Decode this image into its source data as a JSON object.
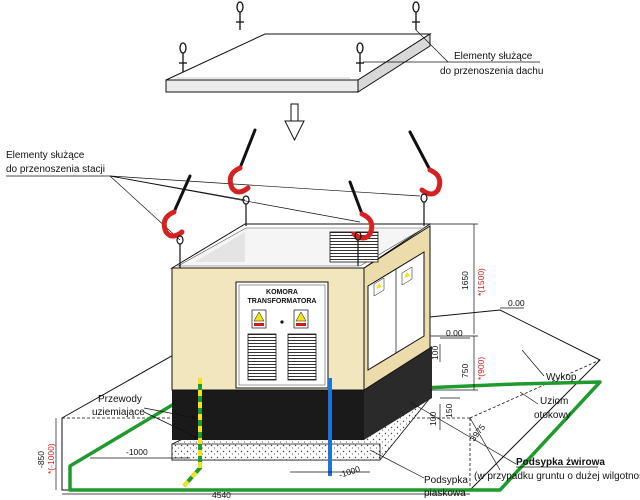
{
  "labels": {
    "roof_lifting_1": "Elementy służące",
    "roof_lifting_2": "do przenoszenia dachu",
    "station_lifting_1": "Elementy służące",
    "station_lifting_2": "do przenoszenia stacji",
    "chamber_1": "KOMORA",
    "chamber_2": "TRANSFORMATORA",
    "grounding_wires_1": "Przewody",
    "grounding_wires_2": "uziemiające",
    "excavation": "Wykop",
    "ring_earth_1": "Uziom",
    "ring_earth_2": "otokowy",
    "gravel_1": "Podsypka żwirowa",
    "gravel_2": "(w przypadku gruntu o dużej wilgotności)",
    "sand_1": "Podsypka",
    "sand_2": "piaskowa"
  },
  "dimensions": {
    "h1650": "1650",
    "h1650_alt": "*(1500)",
    "h750": "750",
    "h750_alt": "*(900)",
    "level_top": "0.00",
    "level_mid": "0.00",
    "d100a": "100",
    "d100b": "100",
    "d150": "150",
    "d850": "-850",
    "d850_alt": "*(-1000)",
    "d1000a": "-1000",
    "d1000b": "-1000",
    "w4540": "4540",
    "w3975": "3975"
  },
  "colors": {
    "housing": "#f2e6bf",
    "base": "#1a1a1a",
    "hook": "#d52121",
    "ring_earth": "#1e9b2c",
    "ground_wire_yellow": "#f2e21a",
    "ground_wire_green": "#1e9b2c",
    "blue_wire": "#1e73d8",
    "dim_alt": "#d21a1a"
  }
}
